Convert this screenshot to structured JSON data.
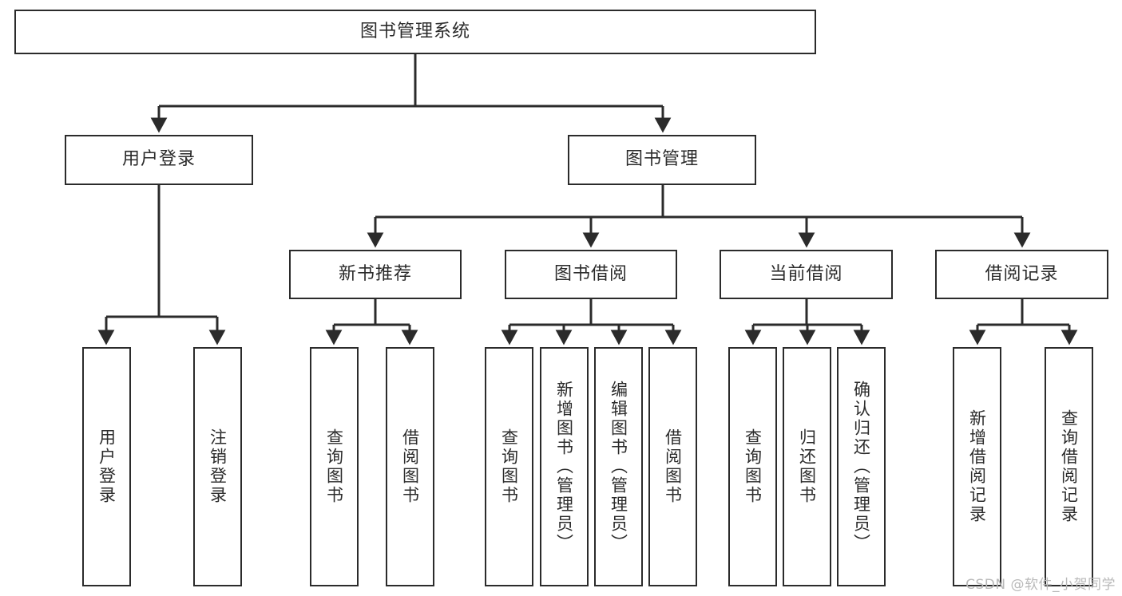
{
  "diagram": {
    "title": "图书管理系统",
    "type": "tree",
    "watermark": "CSDN @软件_小贺同学",
    "colors": {
      "stroke": "#2b2b2b",
      "fill": "#ffffff",
      "text": "#2b2b2b",
      "watermark": "#b9b9b9"
    },
    "nodes": {
      "root": {
        "label": "图书管理系统",
        "level": 0,
        "orientation": "horizontal"
      },
      "l1": [
        {
          "id": "user-login",
          "label": "用户登录",
          "level": 1,
          "orientation": "horizontal"
        },
        {
          "id": "book-manage",
          "label": "图书管理",
          "level": 1,
          "orientation": "horizontal"
        }
      ],
      "l2": [
        {
          "id": "new-book-rec",
          "label": "新书推荐",
          "level": 2,
          "orientation": "horizontal",
          "parent": "book-manage"
        },
        {
          "id": "book-borrow",
          "label": "图书借阅",
          "level": 2,
          "orientation": "horizontal",
          "parent": "book-manage"
        },
        {
          "id": "current-borrow",
          "label": "当前借阅",
          "level": 2,
          "orientation": "horizontal",
          "parent": "book-manage"
        },
        {
          "id": "borrow-record",
          "label": "借阅记录",
          "level": 2,
          "orientation": "horizontal",
          "parent": "book-manage"
        }
      ],
      "leaves": [
        {
          "id": "leaf-user-login",
          "label": "用户登录",
          "parent": "user-login"
        },
        {
          "id": "leaf-user-logout",
          "label": "注销登录",
          "parent": "user-login"
        },
        {
          "id": "leaf-query-book-1",
          "label": "查询图书",
          "parent": "new-book-rec"
        },
        {
          "id": "leaf-borrow-book-1",
          "label": "借阅图书",
          "parent": "new-book-rec"
        },
        {
          "id": "leaf-query-book-2",
          "label": "查询图书",
          "parent": "book-borrow"
        },
        {
          "id": "leaf-add-book",
          "label": "新增图书（管理员）",
          "parent": "book-borrow"
        },
        {
          "id": "leaf-edit-book",
          "label": "编辑图书（管理员）",
          "parent": "book-borrow"
        },
        {
          "id": "leaf-borrow-book-2",
          "label": "借阅图书",
          "parent": "book-borrow"
        },
        {
          "id": "leaf-query-book-3",
          "label": "查询图书",
          "parent": "current-borrow"
        },
        {
          "id": "leaf-return-book",
          "label": "归还图书",
          "parent": "current-borrow"
        },
        {
          "id": "leaf-confirm-return",
          "label": "确认归还（管理员）",
          "parent": "current-borrow"
        },
        {
          "id": "leaf-add-record",
          "label": "新增借阅记录",
          "parent": "borrow-record"
        },
        {
          "id": "leaf-query-record",
          "label": "查询借阅记录",
          "parent": "borrow-record"
        }
      ]
    }
  }
}
